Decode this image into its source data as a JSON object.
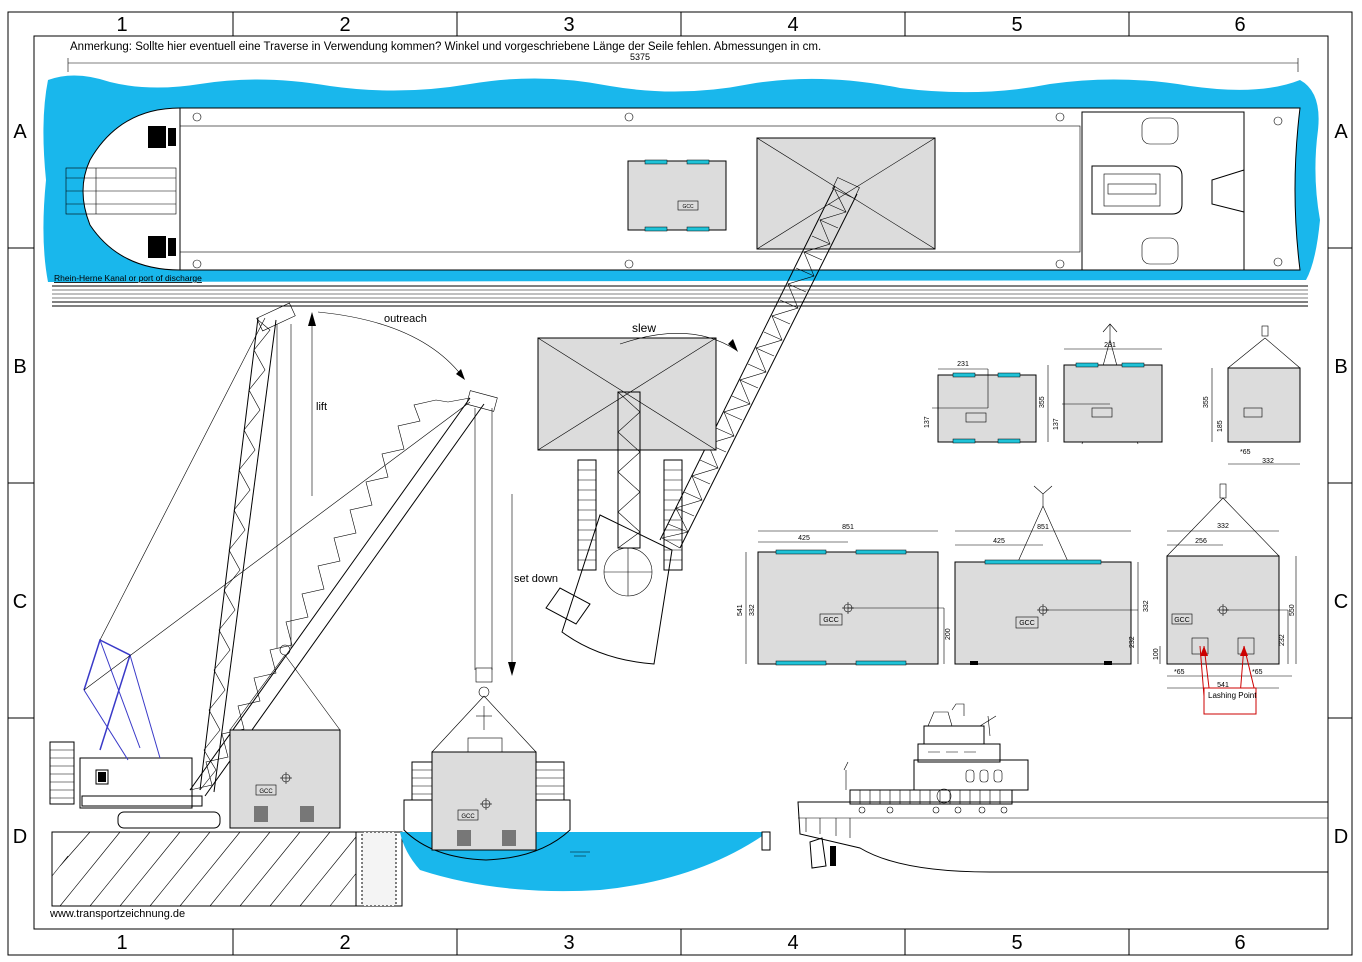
{
  "frame": {
    "columns": [
      "1",
      "2",
      "3",
      "4",
      "5",
      "6"
    ],
    "rows": [
      "A",
      "B",
      "C",
      "D"
    ]
  },
  "note": "Anmerkung: Sollte hier eventuell eine Traverse in Verwendung kommen? Winkel und vorgeschriebene Länge der Seile fehlen. Abmessungen in cm.",
  "barge": {
    "length_dim": "5375",
    "canal_label": "Rhein-Herne Kanal or port of discharge",
    "cargo_tag": "GCC"
  },
  "crane": {
    "labels": {
      "outreach": "outreach",
      "lift": "lift",
      "slew": "slew",
      "set_down": "set down"
    }
  },
  "details": {
    "small": {
      "dims": [
        "231",
        "231",
        "355",
        "137",
        "185",
        "355",
        "137",
        "*65",
        "332"
      ]
    },
    "large": {
      "dims": [
        "851",
        "425",
        "541",
        "332",
        "200",
        "851",
        "425",
        "332",
        "232",
        "332",
        "256",
        "232",
        "100",
        "*65",
        "541",
        "*65",
        "550"
      ],
      "lashing": "Lashing Point"
    },
    "gcc": "GCC"
  },
  "footer": {
    "url": "www.transportzeichnung.de"
  },
  "colors": {
    "water": "#19b7ec",
    "cargo_fill": "#dcdcdc",
    "lashing_line": "#cc0000",
    "boom_stay": "#3a3ac8"
  },
  "icons": [
    "hook-icon",
    "center-of-gravity-icon",
    "winch-icon",
    "bollard-icon",
    "propeller-icon"
  ]
}
